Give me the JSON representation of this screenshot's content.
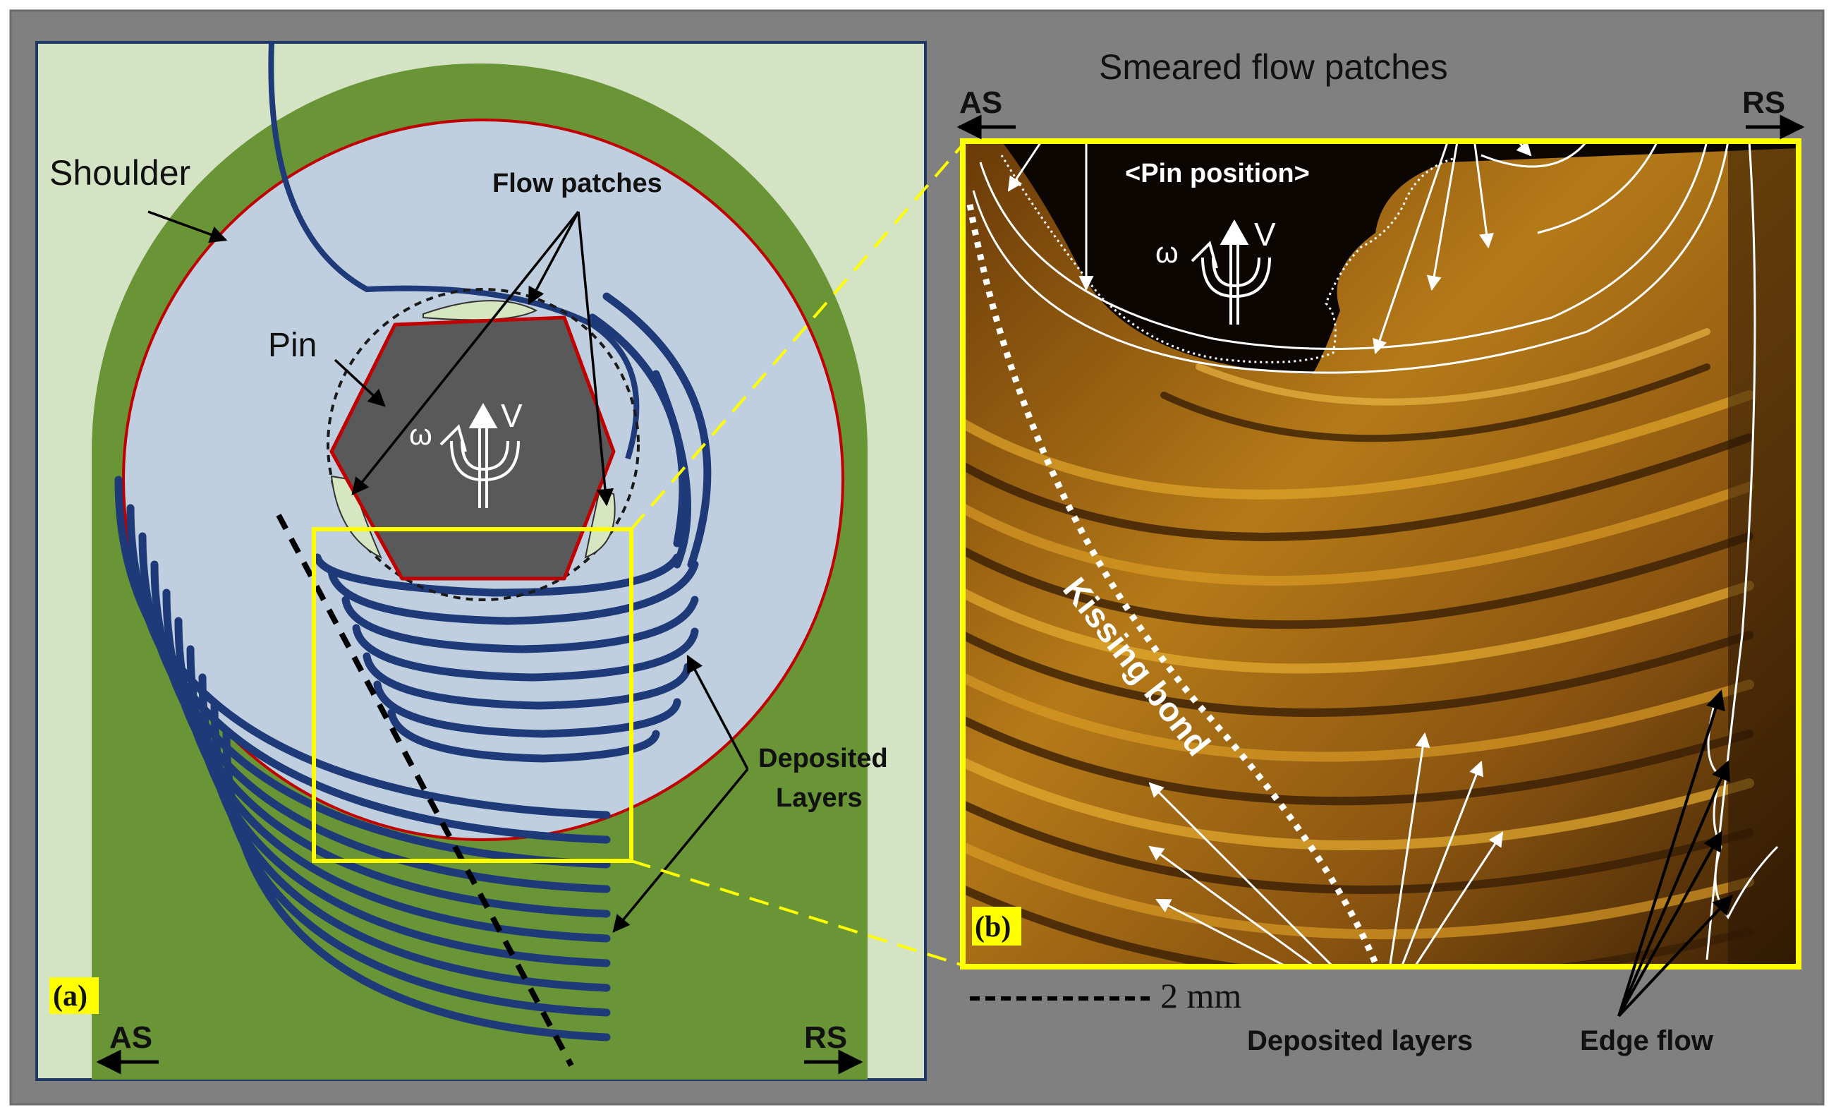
{
  "panel_a": {
    "label": "(a)",
    "shoulder": "Shoulder",
    "pin": "Pin",
    "flow_patches": "Flow patches",
    "omega": "ω",
    "velocity": "V",
    "deposited_layers_line1": "Deposited",
    "deposited_layers_line2": "Layers",
    "as": "AS",
    "rs": "RS"
  },
  "panel_b": {
    "label": "(b)",
    "smeared": "Smeared flow patches",
    "pin_position": "<Pin position>",
    "omega": "ω",
    "velocity": "V",
    "kissing_bond": "Kissing bond",
    "as": "AS",
    "rs": "RS",
    "scale": "2 mm",
    "deposited_layers": "Deposited layers",
    "edge_flow": "Edge flow"
  },
  "colors": {
    "outer_frame": "#808080",
    "panel_bg": "#d3e3c4",
    "shoulder_green": "#6a9536",
    "shoulder_face": "#bfcfdf",
    "pin_gray": "#595959",
    "red_outline": "#c00000",
    "layer_blue": "#1f3a78",
    "patch_green": "#d6e6c0",
    "highlight_yellow": "#ffff00",
    "micro_dark": "#1a0e03",
    "micro_gold": "#c08a20"
  }
}
